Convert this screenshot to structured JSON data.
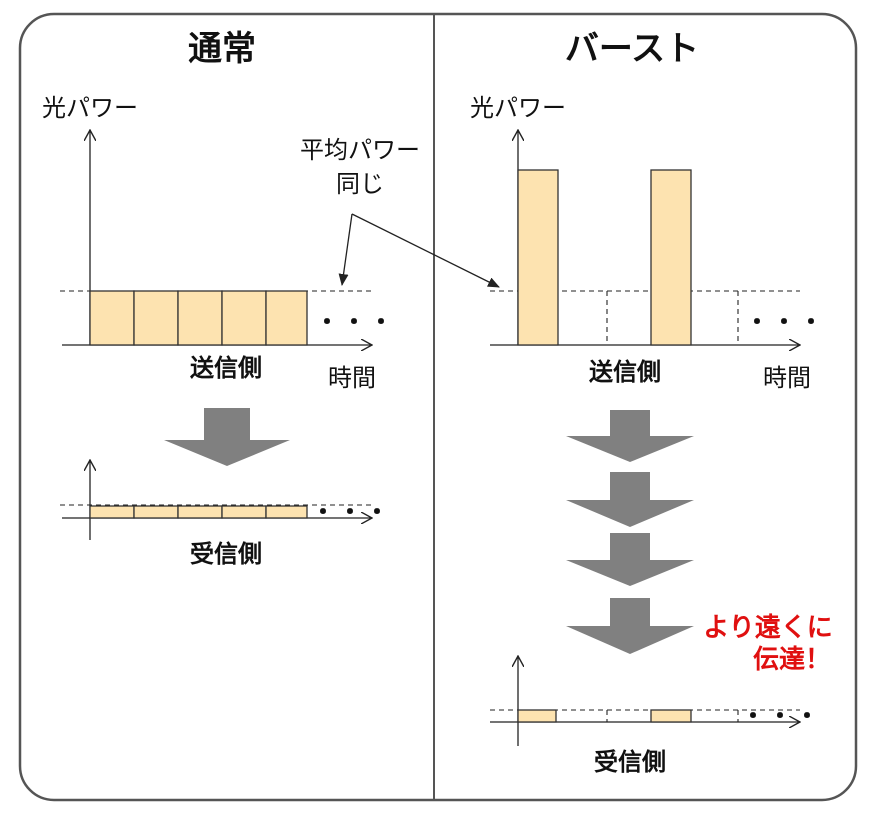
{
  "panels": {
    "normal": {
      "title": "通常",
      "ylabel": "光パワー",
      "tx_label": "送信側",
      "rx_label": "受信側",
      "xlabel": "時間",
      "dots": "・・・"
    },
    "burst": {
      "title": "バースト",
      "ylabel": "光パワー",
      "tx_label": "送信側",
      "rx_label": "受信側",
      "xlabel": "時間",
      "dots": "・・・"
    }
  },
  "annotation": {
    "line1": "平均パワー",
    "line2": "同じ"
  },
  "emphasis": {
    "line1": "より遠くに",
    "line2": "伝達！",
    "color": "#e01010"
  },
  "colors": {
    "pulse_fill": "#fde3b0",
    "arrow": "#808080",
    "border": "#555555"
  }
}
